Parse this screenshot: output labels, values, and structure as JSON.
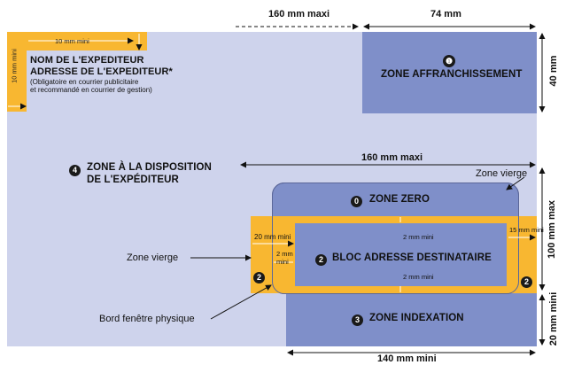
{
  "dimensions": {
    "top_left": "160 mm maxi",
    "top_right": "74 mm",
    "right_top": "40 mm",
    "mid_width": "160 mm maxi",
    "right_mid": "100 mm max",
    "right_bottom": "20 mm mini",
    "bottom": "140 mm mini"
  },
  "sender": {
    "line1": "NOM DE L'EXPEDITEUR",
    "line2": "ADRESSE DE L'EXPEDITEUR*",
    "note1": "(Obligatoire en courrier publicitaire",
    "note2": "et recommandé en courrier de gestion)",
    "margin_top": "10 mm mini",
    "margin_left": "10 mm mini"
  },
  "zones": {
    "affranchissement": {
      "num": "❶",
      "label": "ZONE AFFRANCHISSEMENT"
    },
    "disposition": {
      "num": "4",
      "line1": "ZONE À LA DISPOSITION",
      "line2": "DE L'EXPÉDITEUR"
    },
    "zero": {
      "num": "0",
      "label": "ZONE ZERO"
    },
    "adresse": {
      "num": "2",
      "label": "BLOC ADRESSE DESTINATAIRE"
    },
    "indexation": {
      "num": "3",
      "label": "ZONE INDEXATION"
    }
  },
  "margins": {
    "left": "20 mm mini",
    "right": "15 mm mini",
    "top": "2 mm mini",
    "bottom": "2 mm mini",
    "inner_left_1": "2 mm",
    "inner_left_2": "mini"
  },
  "badges": {
    "left": "2",
    "right": "2"
  },
  "callouts": {
    "zone_vierge_left": "Zone vierge",
    "zone_vierge_right": "Zone vierge",
    "bord": "Bord fenêtre physique"
  }
}
